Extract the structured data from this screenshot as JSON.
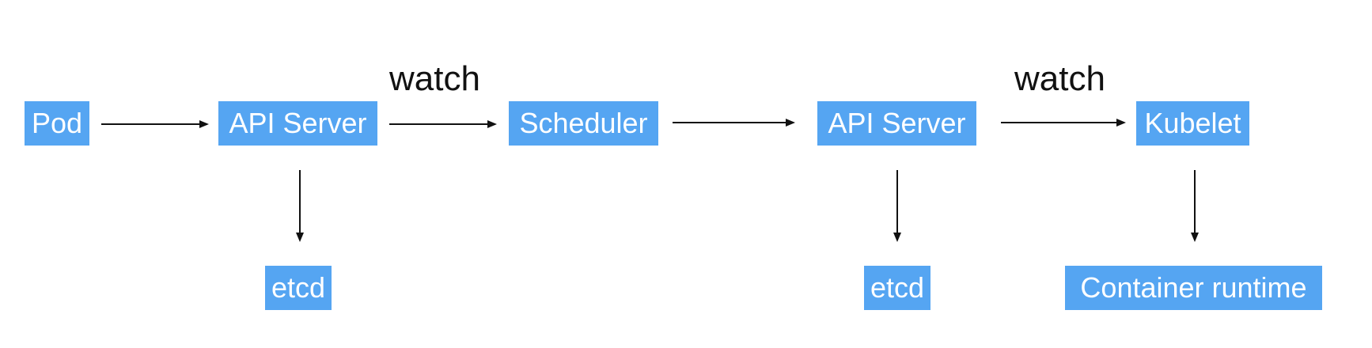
{
  "diagram": {
    "colors": {
      "node_fill": "#55a5f2",
      "node_text": "#ffffff",
      "edge": "#111111"
    },
    "nodes": {
      "pod": "Pod",
      "api_server_1": "API Server",
      "scheduler": "Scheduler",
      "api_server_2": "API Server",
      "kubelet": "Kubelet",
      "etcd_1": "etcd",
      "etcd_2": "etcd",
      "container_runtime": "Container runtime"
    },
    "edge_labels": {
      "api_to_scheduler": "watch",
      "api_to_kubelet": "watch"
    },
    "edges": [
      {
        "from": "pod",
        "to": "api_server_1"
      },
      {
        "from": "api_server_1",
        "to": "scheduler",
        "label": "watch"
      },
      {
        "from": "scheduler",
        "to": "api_server_2"
      },
      {
        "from": "api_server_2",
        "to": "kubelet",
        "label": "watch"
      },
      {
        "from": "api_server_1",
        "to": "etcd_1"
      },
      {
        "from": "api_server_2",
        "to": "etcd_2"
      },
      {
        "from": "kubelet",
        "to": "container_runtime"
      }
    ]
  }
}
